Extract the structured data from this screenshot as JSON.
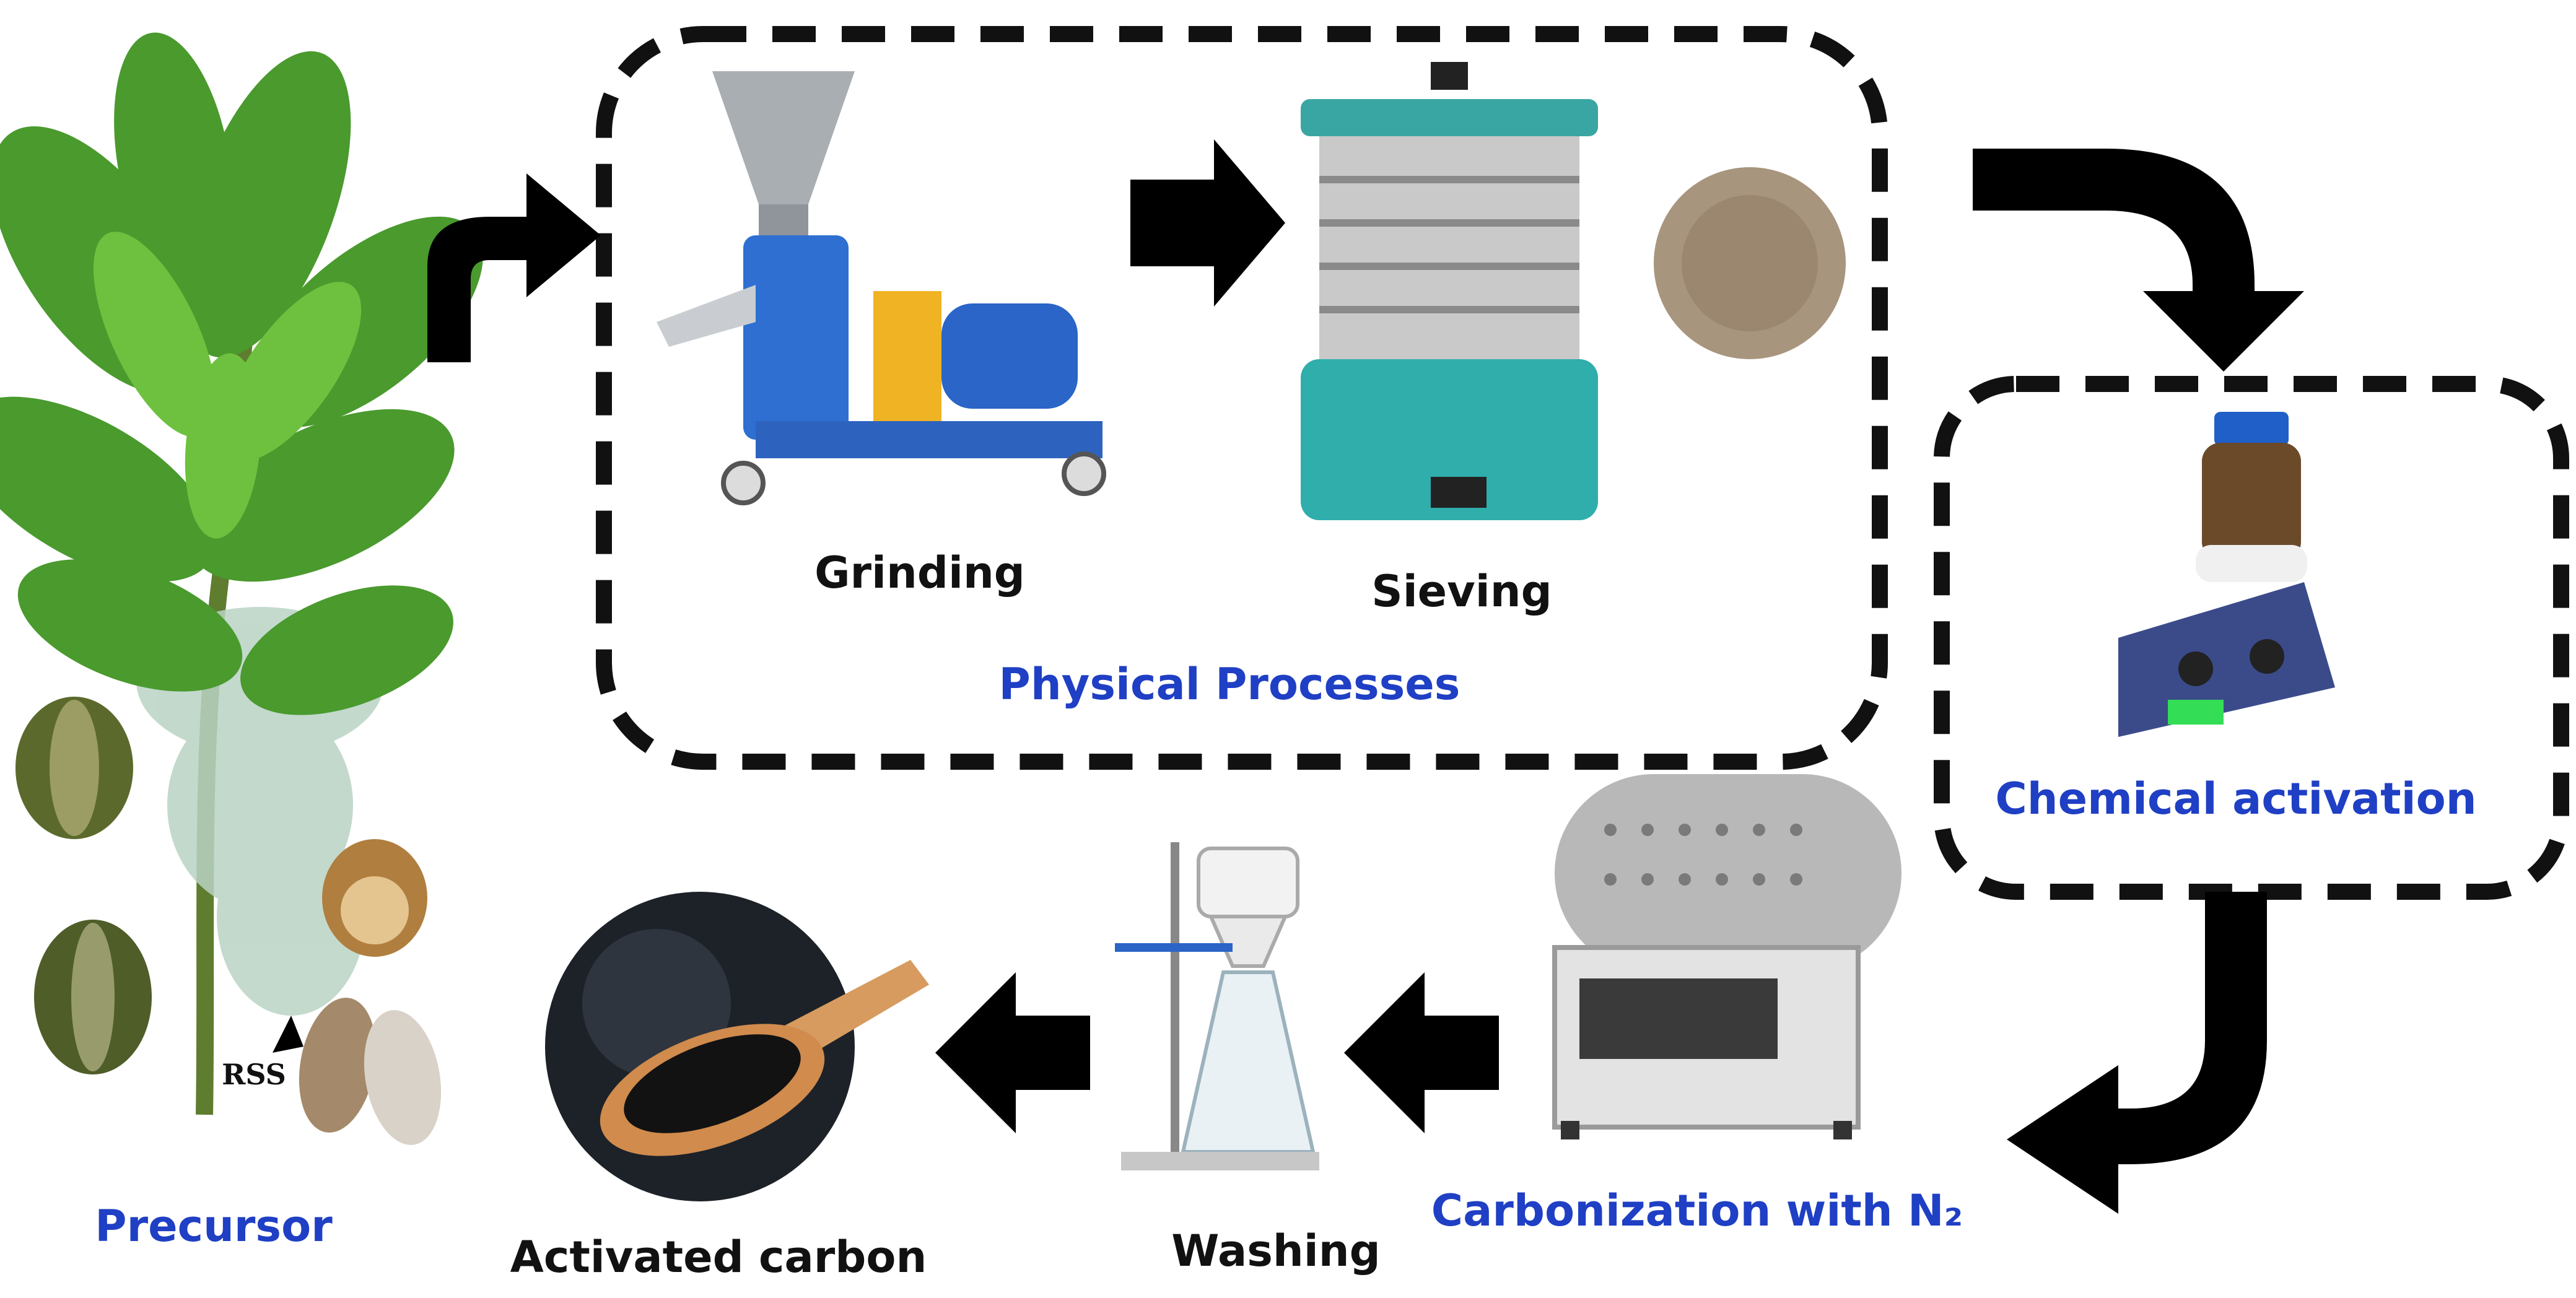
{
  "labels": {
    "grinding": "Grinding",
    "sieving": "Sieving",
    "physical": "Physical Processes",
    "chemical": "Chemical activation",
    "carbonization": "Carbonization with N₂",
    "washing": "Washing",
    "activated": "Activated carbon",
    "precursor": "Precursor",
    "rss": "RSS"
  },
  "colors": {
    "blue_label": "#1f3fc4",
    "black_label": "#111111",
    "arrow": "#000000",
    "dash_border": "#111111"
  },
  "icons": [
    "rubber-tree-plant",
    "rubber-seeds",
    "pellet-grinder-machine",
    "sieve-shaker",
    "sieved-powder",
    "magnetic-stirrer-hotplate",
    "tube-furnace",
    "filtration-apparatus",
    "activated-carbon-spoon"
  ]
}
